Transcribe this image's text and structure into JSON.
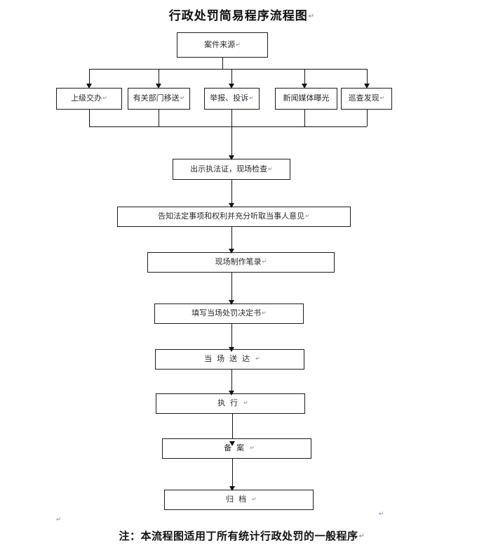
{
  "document": {
    "title": "行政处罚简易程序流程图",
    "eol_mark": "↵",
    "footer_note": "注：本流程图适用丁所有统计行政处罚的一般程序",
    "page_background": "#ffffff",
    "line_color": "#141414",
    "text_color": "#2a2a2a"
  },
  "chart_data": {
    "type": "diagram",
    "title": "行政处罚简易程序流程图",
    "orientation": "top-to-bottom",
    "nodes": [
      {
        "id": "source",
        "label": "案件来源",
        "row": 0
      },
      {
        "id": "branch1",
        "label": "上级交办",
        "row": 1
      },
      {
        "id": "branch2",
        "label": "有关部门移送",
        "row": 1
      },
      {
        "id": "branch3",
        "label": "举报、投诉",
        "row": 1
      },
      {
        "id": "branch4",
        "label": "新闻媒体曝光",
        "row": 1
      },
      {
        "id": "branch5",
        "label": "巡查发现",
        "row": 1
      },
      {
        "id": "inspect",
        "label": "出示执法证，现场检查",
        "row": 2
      },
      {
        "id": "inform",
        "label": "告知法定事项和权利并充分听取当事人意见",
        "row": 3
      },
      {
        "id": "record",
        "label": "现场制作笔录",
        "row": 4
      },
      {
        "id": "decision",
        "label": "填写当场处罚决定书",
        "row": 5
      },
      {
        "id": "deliver",
        "label": "当场送达",
        "row": 6,
        "spaced": true
      },
      {
        "id": "execute",
        "label": "执行",
        "row": 7,
        "spaced": true
      },
      {
        "id": "filing",
        "label": "备案",
        "row": 8,
        "spaced": true
      },
      {
        "id": "archive",
        "label": "归档",
        "row": 9,
        "spaced": true
      }
    ],
    "edges": [
      {
        "from": "source",
        "to": "branch1"
      },
      {
        "from": "source",
        "to": "branch2"
      },
      {
        "from": "source",
        "to": "branch3"
      },
      {
        "from": "source",
        "to": "branch4"
      },
      {
        "from": "source",
        "to": "branch5"
      },
      {
        "from": "branch1",
        "to": "inspect"
      },
      {
        "from": "branch2",
        "to": "inspect"
      },
      {
        "from": "branch3",
        "to": "inspect"
      },
      {
        "from": "branch4",
        "to": "inspect"
      },
      {
        "from": "branch5",
        "to": "inspect"
      },
      {
        "from": "inspect",
        "to": "inform"
      },
      {
        "from": "inform",
        "to": "record"
      },
      {
        "from": "record",
        "to": "decision"
      },
      {
        "from": "decision",
        "to": "deliver"
      },
      {
        "from": "deliver",
        "to": "execute"
      },
      {
        "from": "execute",
        "to": "filing"
      },
      {
        "from": "filing",
        "to": "archive"
      }
    ]
  }
}
